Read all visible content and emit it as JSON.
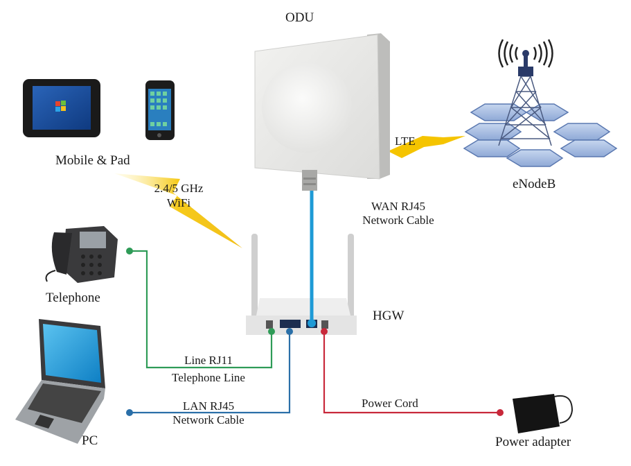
{
  "nodes": {
    "odu": {
      "label": "ODU"
    },
    "enodeb": {
      "label": "eNodeB"
    },
    "mobile_pad": {
      "label": "Mobile & Pad"
    },
    "telephone": {
      "label": "Telephone"
    },
    "pc": {
      "label": "PC"
    },
    "hgw": {
      "label": "HGW"
    },
    "power_adapter": {
      "label": "Power adapter"
    }
  },
  "links": {
    "lte": {
      "label": "LTE",
      "color": "#f5c400"
    },
    "wifi": {
      "line1": "2.4/5 GHz",
      "line2": "WiFi",
      "color": "#f5c400"
    },
    "wan": {
      "line1": "WAN RJ45",
      "line2": "Network Cable",
      "color": "#1e9ad6"
    },
    "line_rj11": {
      "line1": "Line RJ11",
      "line2": "Telephone Line",
      "color": "#2e9b57"
    },
    "lan_rj45": {
      "line1": "LAN RJ45",
      "line2": "Network Cable",
      "color": "#2a6fa8"
    },
    "power_cord": {
      "label": "Power Cord",
      "color": "#c8283a"
    }
  }
}
